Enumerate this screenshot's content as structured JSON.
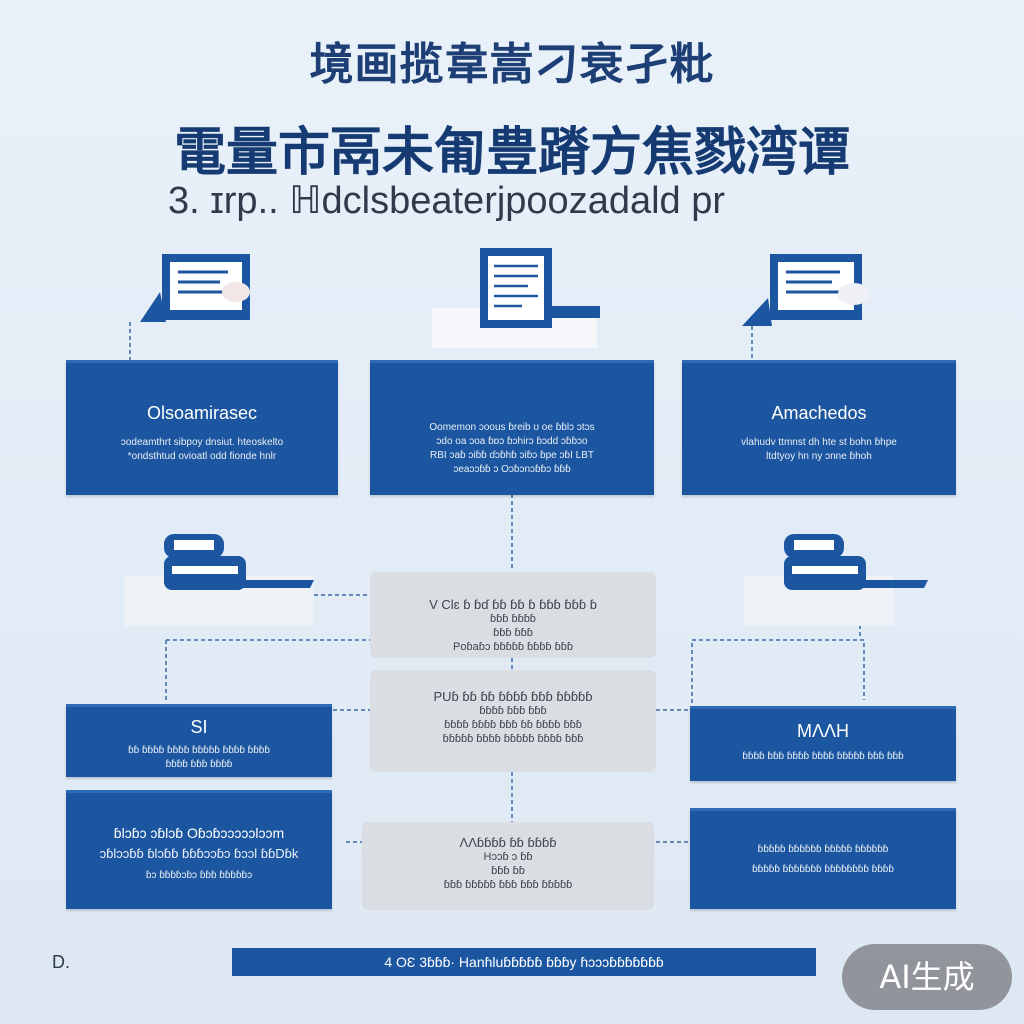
{
  "header": {
    "title_line1": "境画揽韋嵩刁衰孑粃",
    "title_line2": "電量市鬲未匍豊蹐方焦戮湾谭",
    "subtitle": "3. ɪrp.. ℍdclsbeaterjpoozadald pr"
  },
  "top_boxes": [
    {
      "title": "Olsoamirasec",
      "lines": [
        "ɔodeamthrt sibpoy dnsiut. hteoskelto",
        "*ondsthtud ovioatl odd fionde hnlr"
      ]
    },
    {
      "title": "",
      "lines": [
        "Oomemon ɔoous ɓreib ʊ oe ɓɓlɔ ɔtɔs",
        "ɔdo oa ɔoa ɓɒɔ ɓɔhirɔ ɓɔdd ɔɓɓɔo",
        "RBI ɔaɓ ɔiɓɓ ɗɔɓhɓ ɔiɓɔ ɓpe ɔɓI LBT",
        "ɔeaɔɔɓɓ ɔ Oɔɓɔnɔɓɓɔ ɓɓɓ"
      ]
    },
    {
      "title": "Amachedos",
      "lines": [
        "vlahudv ttmnst dh hte st bohn ɓhpe",
        "ltdtyoy hn ny ɔnne ɓhoh"
      ]
    }
  ],
  "center_boxes": [
    {
      "title": "V Clɛ ɓ ɓɗ ɓɓ ɓɓ ɓ ɓɓɓ ɓɓɓ ɓ",
      "lines": [
        "ɓɓɓ ɓɓɓɓ",
        "ɓɓɓ ɓɓɓ",
        "Poɓaɓɔ ɓɓɓɓɓ ɓɓɓɓ ɓɓɓ"
      ]
    },
    {
      "title": "PUɓ ɓɓ ɓɓ ɓɓɓɓ ɓɓɓ ɓɓɓɓɓ",
      "lines": [
        "ɓɓɓɓ ɓɓɓ ɓɓɓ",
        "ɓɓɓɓ ɓɓɓɓ ɓɓɓ ɓɓ ɓɓɓɓ ɓɓɓ",
        "ɓɓɓɓɓ ɓɓɓɓ ɓɓɓɓɓ ɓɓɓɓ ɓɓɓ"
      ]
    },
    {
      "title": "ɅɅɓɓɓɓ ɓɓ ɓɓɓɓ",
      "lines": [
        "Hɔɔɓ ɔ ɓɓ",
        "ɓɓɓ ɓɓ",
        "ɓɓɓ ɓɓɓɓɓ ɓɓɓ ɓɓɓ ɓɓɓɓɓ"
      ]
    }
  ],
  "side_boxes": {
    "left_mid": {
      "title": "SI",
      "lines": [
        "ɓɓ ɓɓɓɓ ɓɓɓɓ ɓɓɓɓɓ ɓɓɓɓ ɓɓɓɓ",
        "ɓɓɓɓ ɓɓɓ ɓɓɓɓ"
      ]
    },
    "left_low": {
      "title": "ɓlɔɓɔ ɔɓlɔɓ Oɓɔɓɔɔɔɔɔlɔɔm",
      "lines": [
        "ɔɓlɔɔɓɓ ɓlɔɓɓ ɓɓɓɔɔɓɔ ɓɔɔl ɓɓDɓk",
        "ɓɔ ɓɓɓɓɔɓɔ ɓɓɓ ɓɓɓɓɓɔ"
      ]
    },
    "right_mid": {
      "title": "MɅɅH",
      "lines": [
        "ɓɓɓɓ ɓɓɓ ɓɓɓɓ ɓɓɓɓ ɓɓɓɓɓ ɓɓɓ ɓɓɓ"
      ]
    },
    "right_low": {
      "title": "",
      "lines": [
        "ɓɓɓɓɓ ɓɓɓɓɓɓ ɓɓɓɓɓ ɓɓɓɓɓɓ",
        "ɓɓɓɓɓ ɓɓɓɓɓɓɓ ɓɓɓɓɓɓɓɓ ɓɓɓɓ"
      ]
    }
  },
  "footer": {
    "bar_text": "4 OƐ 3ɓɓɓ· Hanɦluɓɓɓɓɓ ɓɓɓy ɦɔɔɔɓɓɓɓɓɓɓ",
    "left_letter": "D.",
    "badge": "AI生成"
  },
  "colors": {
    "primary_blue": "#1c56a0",
    "title_navy": "#163b73",
    "card_gray": "#dadde2",
    "background": "#e6eef7"
  },
  "icons": [
    "laptop-document-icon",
    "document-clipboard-icon",
    "laptop-document-icon",
    "printer-icon",
    "printer-icon"
  ]
}
